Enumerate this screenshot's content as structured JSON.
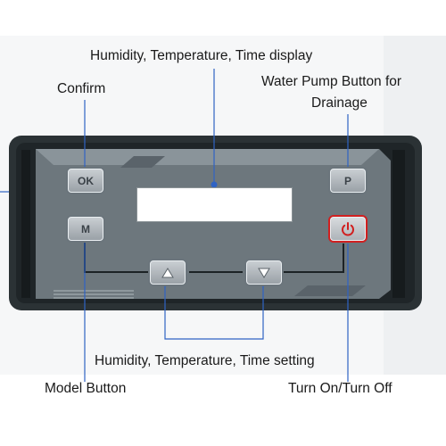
{
  "labels": {
    "display": "Humidity, Temperature, Time display",
    "confirm": "Confirm",
    "pump_line1": "Water Pump Button for",
    "pump_line2": "Drainage",
    "setting": "Humidity, Temperature, Time setting",
    "model": "Model Button",
    "power": "Turn On/Turn Off"
  },
  "buttons": {
    "ok": "OK",
    "m": "M",
    "p": "P"
  },
  "icons": {
    "up": "up-arrow-icon",
    "down": "down-arrow-icon",
    "power": "power-icon"
  },
  "colors": {
    "panel_frame": "#2b3235",
    "panel_face": "#6d777d",
    "power_red": "#d12020",
    "leader_line": "#2f63c4"
  }
}
